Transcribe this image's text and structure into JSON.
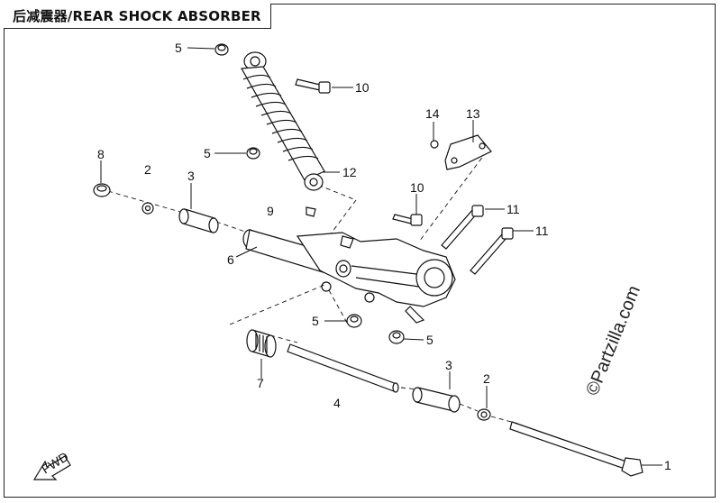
{
  "title": "后减震器/REAR SHOCK ABSORBER",
  "watermark": "©Partzilla.com",
  "fwd_label": "FWD",
  "callouts": [
    {
      "id": "c5a",
      "text": "5"
    },
    {
      "id": "c10a",
      "text": "10"
    },
    {
      "id": "c5b",
      "text": "5"
    },
    {
      "id": "c12",
      "text": "12"
    },
    {
      "id": "c8",
      "text": "8"
    },
    {
      "id": "c2a",
      "text": "2"
    },
    {
      "id": "c3a",
      "text": "3"
    },
    {
      "id": "c9",
      "text": "9"
    },
    {
      "id": "c6",
      "text": "6"
    },
    {
      "id": "c14",
      "text": "14"
    },
    {
      "id": "c13",
      "text": "13"
    },
    {
      "id": "c10b",
      "text": "10"
    },
    {
      "id": "c11a",
      "text": "11"
    },
    {
      "id": "c11b",
      "text": "11"
    },
    {
      "id": "c5c",
      "text": "5"
    },
    {
      "id": "c5d",
      "text": "5"
    },
    {
      "id": "c7",
      "text": "7"
    },
    {
      "id": "c4",
      "text": "4"
    },
    {
      "id": "c3b",
      "text": "3"
    },
    {
      "id": "c2b",
      "text": "2"
    },
    {
      "id": "c1",
      "text": "1"
    }
  ]
}
